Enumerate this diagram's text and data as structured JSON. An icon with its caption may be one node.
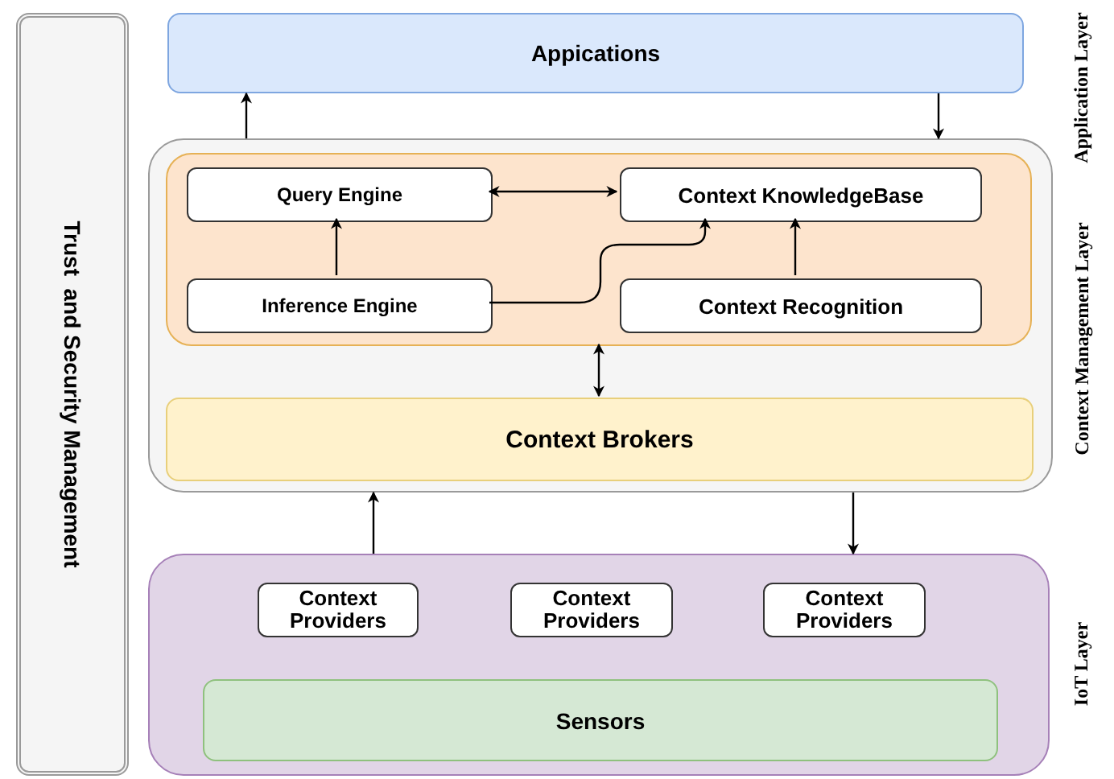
{
  "diagram": {
    "nodes": [
      {
        "text": [
          "Trust  and Security Management"
        ]
      },
      {
        "text": [
          "Appications"
        ]
      },
      {
        "text": [],
        "shape": "box"
      },
      {
        "text": [],
        "shape": "box",
        "in": 2
      },
      {
        "text": [
          "Query Engine"
        ],
        "in": 3
      },
      {
        "text": [
          "Context KnowledgeBase"
        ],
        "in": 3
      },
      {
        "text": [
          "Inference Engine"
        ],
        "in": 3
      },
      {
        "text": [
          "Context Recognition"
        ],
        "in": 3
      },
      {
        "text": [
          "Context Brokers"
        ],
        "in": 2
      },
      {
        "text": [],
        "shape": "box"
      },
      {
        "text": [
          "Context Providers"
        ],
        "in": 9
      },
      {
        "text": [
          "Context Providers"
        ],
        "in": 9
      },
      {
        "text": [
          "Context Providers"
        ],
        "in": 9
      },
      {
        "text": [
          "Sensors"
        ],
        "in": 9
      }
    ],
    "edges": [
      {
        "from": 2,
        "to": 1,
        "arrow": "to"
      },
      {
        "from": 1,
        "to": 2,
        "arrow": "to"
      },
      {
        "from": 4,
        "to": 5,
        "arrow": "both"
      },
      {
        "from": 6,
        "to": 4,
        "arrow": "to"
      },
      {
        "from": 6,
        "to": 5,
        "arrow": "to"
      },
      {
        "from": 7,
        "to": 5,
        "arrow": "to"
      },
      {
        "from": 3,
        "to": 8,
        "arrow": "both"
      },
      {
        "from": 9,
        "to": 2,
        "arrow": "to"
      },
      {
        "from": 2,
        "to": 9,
        "arrow": "to"
      }
    ],
    "labels": [
      "Application Layer",
      "Context Management Layer",
      "IoT Layer"
    ]
  }
}
